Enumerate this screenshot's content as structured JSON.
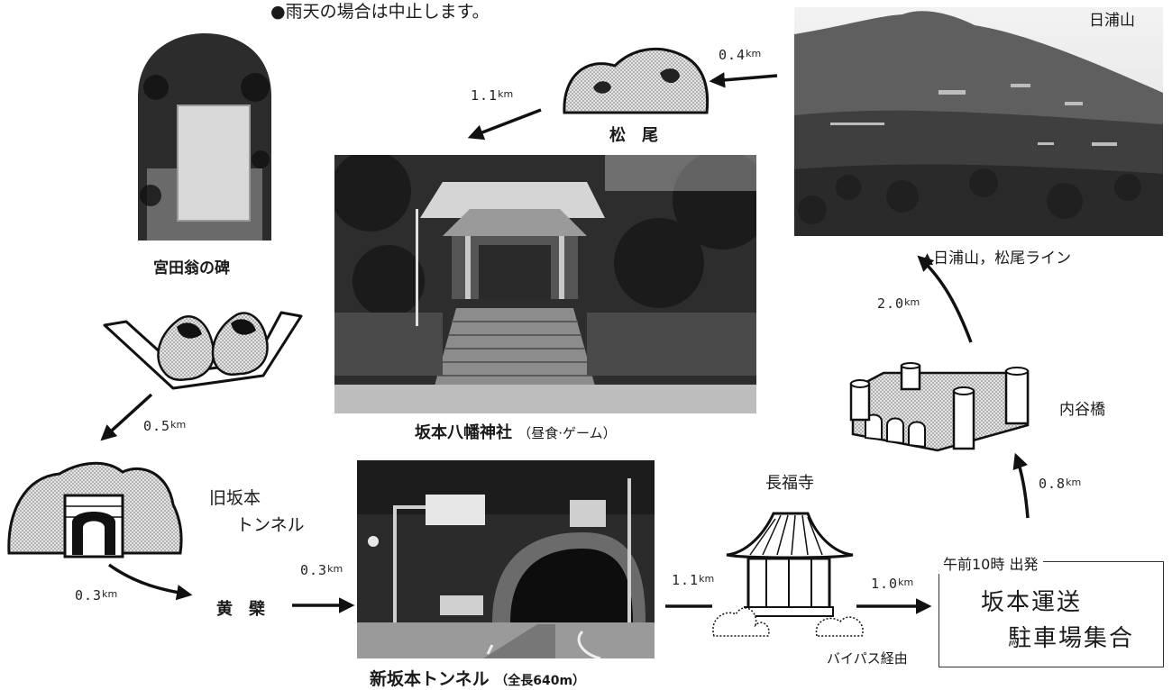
{
  "notice": "●雨天の場合は中止します。",
  "places": {
    "hiurayama": "日浦山",
    "hiurayama_caption": "▲日浦山，松尾ライン",
    "matsuo": "松　尾",
    "monument": "宮田翁の碑",
    "shrine_caption": "坂本八幡神社",
    "shrine_note": "（昼食·ゲーム）",
    "old_tunnel_line1": "旧坂本",
    "old_tunnel_line2": "トンネル",
    "ouhaku": "黄　檗",
    "new_tunnel_caption": "新坂本トンネル",
    "new_tunnel_note": "（全長640m）",
    "choufukuji": "長福寺",
    "bypass": "バイパス経由",
    "uchitanibashi": "内谷橋"
  },
  "start": {
    "title": "午前10時 出発",
    "line1": "坂本運送",
    "line2": "駐車場集合"
  },
  "distances": {
    "d_hiurayama_matsuo": "0.4",
    "d_matsuo_shrine": "1.1",
    "d_lunch_oldtunnel": "0.5",
    "d_oldtunnel_ouhaku": "0.3",
    "d_ouhaku_newtunnel": "0.3",
    "d_newtunnel_choufukuji": "1.1",
    "d_choufukuji_start": "1.0",
    "d_start_uchitani": "0.8",
    "d_uchitani_hiurayama": "2.0",
    "unit": "km"
  }
}
